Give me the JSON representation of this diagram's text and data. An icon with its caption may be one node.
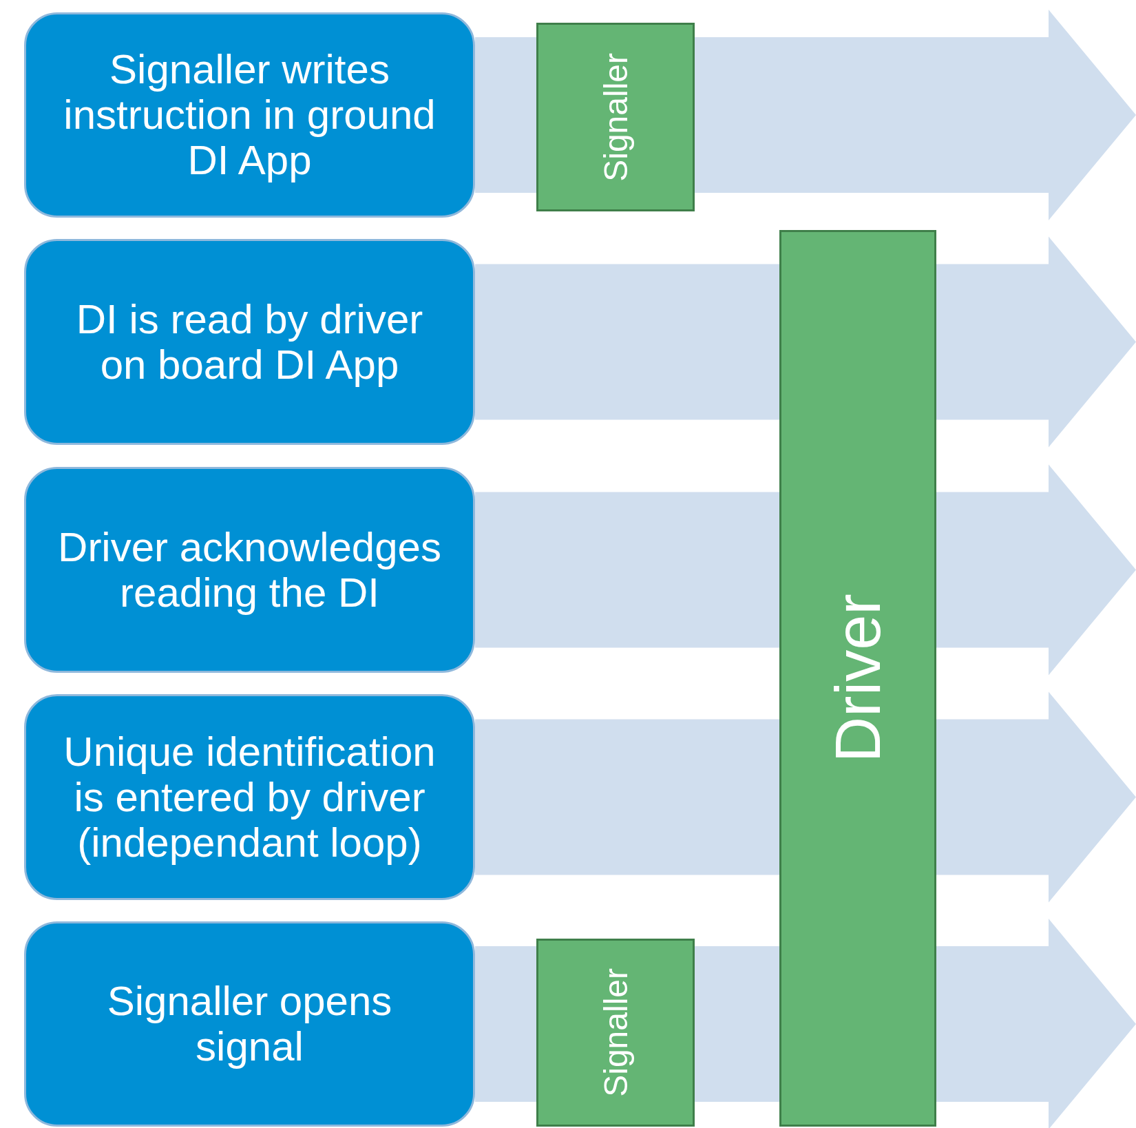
{
  "diagram": {
    "nodes": [
      {
        "text": [
          "Signaller writes instruction in ground DI App"
        ]
      },
      {
        "text": [
          "DI is read by driver on board DI App"
        ]
      },
      {
        "text": [
          "Driver acknowledges reading the DI"
        ]
      },
      {
        "text": [
          "Unique identification is entered by driver (independant loop)"
        ]
      },
      {
        "text": [
          "Signaller opens signal"
        ]
      },
      {
        "text": [
          "Signaller"
        ]
      },
      {
        "text": [
          "Driver"
        ]
      },
      {
        "text": [
          "Signaller"
        ]
      }
    ],
    "edges": [
      {
        "from": 0,
        "to": null,
        "arrow": "to"
      },
      {
        "from": 1,
        "to": null,
        "arrow": "to"
      },
      {
        "from": 2,
        "to": null,
        "arrow": "to"
      },
      {
        "from": 3,
        "to": null,
        "arrow": "to"
      },
      {
        "from": 4,
        "to": null,
        "arrow": "to"
      }
    ]
  }
}
